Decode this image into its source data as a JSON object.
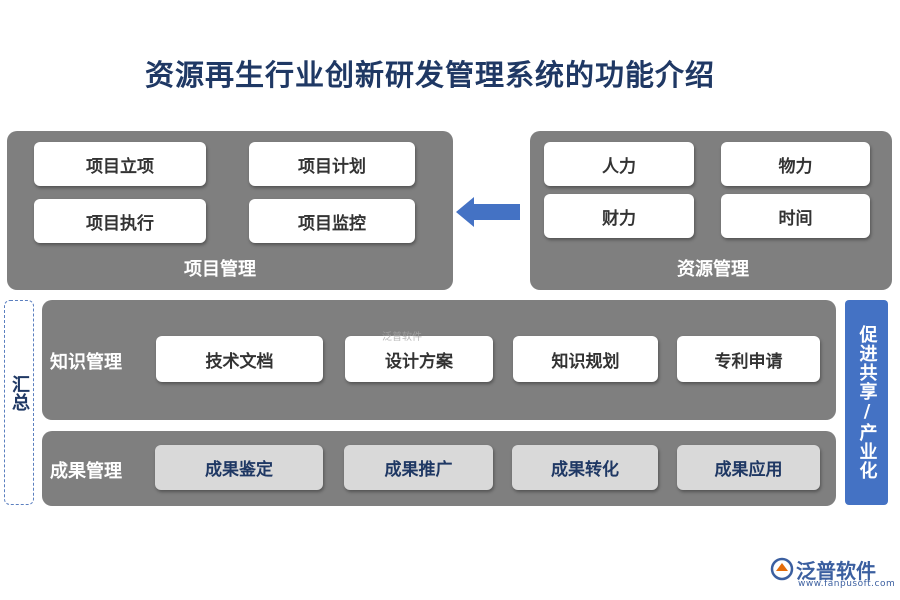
{
  "title": "资源再生行业创新研发管理系统的功能介绍",
  "project_management": {
    "label": "项目管理",
    "items": [
      "项目立项",
      "项目计划",
      "项目执行",
      "项目监控"
    ]
  },
  "resource_management": {
    "label": "资源管理",
    "items": [
      "人力",
      "物力",
      "财力",
      "时间"
    ]
  },
  "knowledge_management": {
    "label": "知识管理",
    "items": [
      "技术文档",
      "设计方案",
      "知识规划",
      "专利申请"
    ]
  },
  "achievement_management": {
    "label": "成果管理",
    "items": [
      "成果鉴定",
      "成果推广",
      "成果转化",
      "成果应用"
    ]
  },
  "summary_label": "汇总",
  "side_label": "促进共享/产业化",
  "watermark": "泛普软件",
  "logo": {
    "name": "泛普软件",
    "url": "www.fanpusoft.com"
  },
  "colors": {
    "panel": "#7f7f7f",
    "title": "#1f3864",
    "accent": "#4472c4"
  }
}
